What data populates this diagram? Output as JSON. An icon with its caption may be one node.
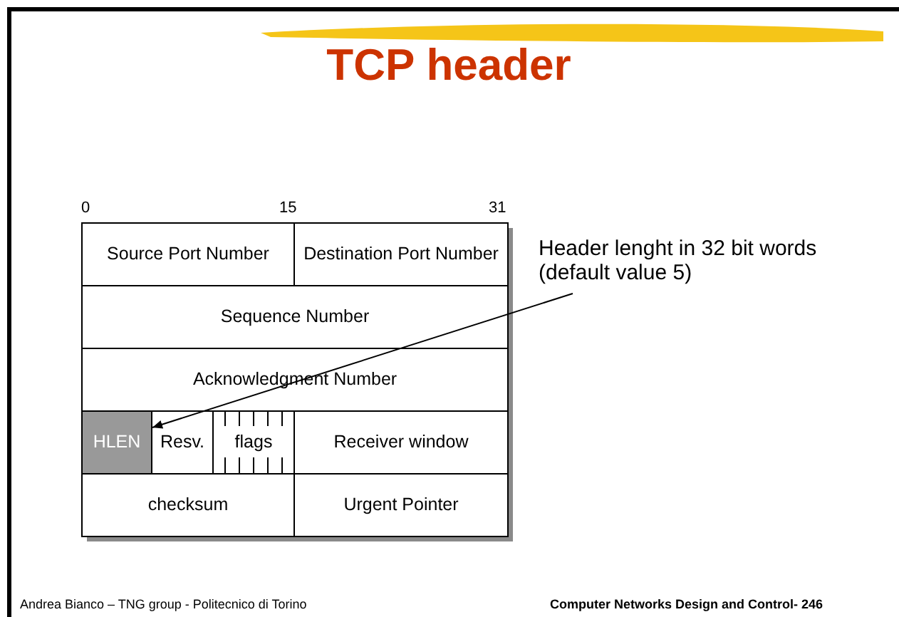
{
  "diagram": {
    "title": "TCP header",
    "nodes": [
      {
        "text": [
          "Source Port Number"
        ]
      },
      {
        "text": [
          "Destination Port Number"
        ]
      },
      {
        "text": [
          "Sequence Number"
        ]
      },
      {
        "text": [
          "Acknowledgment Number"
        ]
      },
      {
        "text": [
          "HLEN"
        ]
      },
      {
        "text": [
          "Resv."
        ]
      },
      {
        "text": [
          "flags"
        ]
      },
      {
        "text": [
          "Receiver window"
        ]
      },
      {
        "text": [
          "checksum"
        ]
      },
      {
        "text": [
          "Urgent Pointer"
        ]
      },
      {
        "text": [
          "Header lenght in 32 bit words (default value 5)"
        ]
      }
    ],
    "edges": [
      {
        "from": 10,
        "to": 4,
        "arrow": "to"
      }
    ],
    "labels": [
      "0",
      "15",
      "31",
      "Andrea Bianco – TNG group - Politecnico di Torino",
      "Computer Networks Design and Control- 246"
    ]
  }
}
